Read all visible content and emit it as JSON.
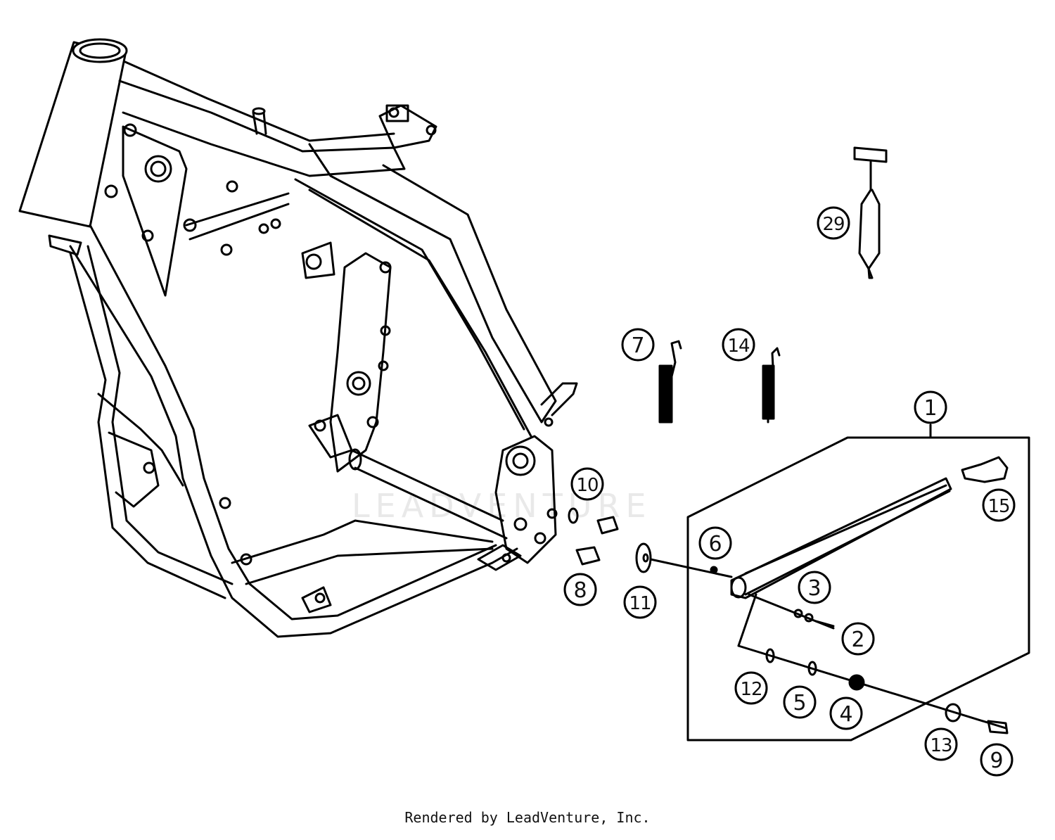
{
  "diagram": {
    "watermark": "LEADVENTURE",
    "callouts": [
      {
        "id": "c1",
        "label": "1"
      },
      {
        "id": "c2",
        "label": "2"
      },
      {
        "id": "c3",
        "label": "3"
      },
      {
        "id": "c4",
        "label": "4"
      },
      {
        "id": "c5",
        "label": "5"
      },
      {
        "id": "c6",
        "label": "6"
      },
      {
        "id": "c7",
        "label": "7"
      },
      {
        "id": "c8",
        "label": "8"
      },
      {
        "id": "c9",
        "label": "9"
      },
      {
        "id": "c10",
        "label": "10"
      },
      {
        "id": "c11",
        "label": "11"
      },
      {
        "id": "c12",
        "label": "12"
      },
      {
        "id": "c13",
        "label": "13"
      },
      {
        "id": "c14",
        "label": "14"
      },
      {
        "id": "c15",
        "label": "15"
      },
      {
        "id": "c29",
        "label": "29"
      }
    ]
  },
  "footer": {
    "credit": "Rendered by LeadVenture, Inc."
  }
}
